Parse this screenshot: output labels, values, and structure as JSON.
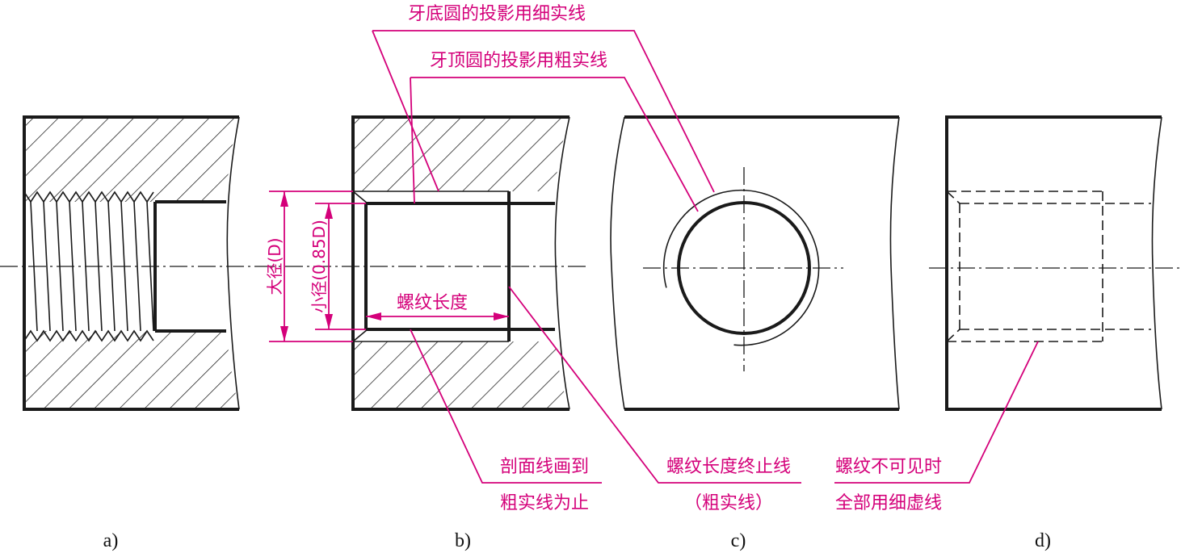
{
  "labels": {
    "minor_circle_note": "牙底圆的投影用细实线",
    "major_circle_note": "牙顶圆的投影用粗实线",
    "hatch_note_line1": "剖面线画到",
    "hatch_note_line2": "粗实线为止",
    "end_line_note_line1": "螺纹长度终止线",
    "end_line_note_line2": "（粗实线）",
    "hidden_note_line1": "螺纹不可见时",
    "hidden_note_line2": "全部用细虚线",
    "thread_length": "螺纹长度",
    "major_diameter": "大径(D)",
    "minor_diameter": "小径(0.85D)"
  },
  "captions": [
    "a)",
    "b)",
    "c)",
    "d)"
  ],
  "colors": {
    "annotation": "#d4007a",
    "outline": "#1a1a1a"
  }
}
